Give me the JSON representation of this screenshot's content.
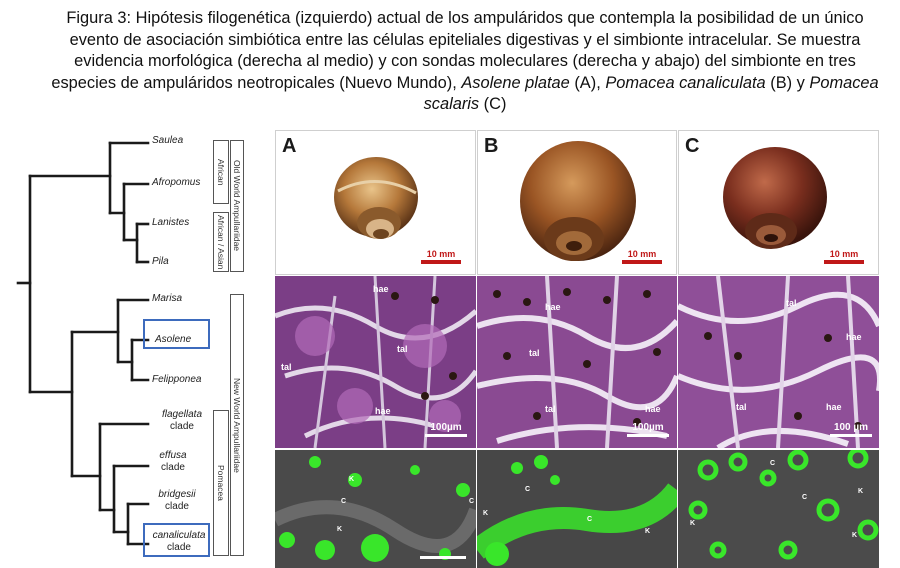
{
  "caption": {
    "label": "Figura 3:",
    "p1": " Hipótesis filogenética (izquierdo) actual de los ampuláridos que contempla la posibilidad de un único evento de asociación simbiótica entre las células epiteliales digestivas y el simbionte intracelular. Se muestra evidencia morfológica (derecha al medio) y con sondas moleculares  (derecha y abajo) del simbionte en tres especies de ampuláridos neotropicales (Nuevo Mundo), ",
    "sp1": "Asolene platae",
    "p2": " (A), ",
    "sp2": "Pomacea canaliculata",
    "p3": " (B) y ",
    "sp3": "Pomacea scalaris",
    "p4": " (C)"
  },
  "tree": {
    "taxa": {
      "saulea": "Saulea",
      "afropomus": "Afropomus",
      "lanistes": "Lanistes",
      "pila": "Pila",
      "marisa": "Marisa",
      "asolene": "Asolene",
      "felipponea": "Felipponea",
      "flagellata": "flagellata",
      "effusa": "effusa",
      "bridgesii": "bridgesii",
      "canaliculata": "canaliculata",
      "clade": "clade"
    },
    "groups": {
      "african": "African",
      "african_asian": "African / Asian",
      "old_world": "Old World Ampullariidae",
      "new_world": "New World Ampullariidae",
      "pomacea": "Pomacea"
    },
    "highlight_color": "#3d6bbd"
  },
  "panels": {
    "letters": [
      "A",
      "B",
      "C"
    ],
    "snail_scale": "10 mm",
    "histo_scales": [
      "100µm",
      "100µm",
      "100 µm"
    ],
    "histo_labels": {
      "hae": "hae",
      "tal": "tal"
    },
    "fluo_labels": {
      "k": "K",
      "c": "C"
    },
    "colors": {
      "scale_red": "#c01818",
      "stain_purple": "#9a4f9e",
      "fluo_green": "#39e62a"
    }
  }
}
